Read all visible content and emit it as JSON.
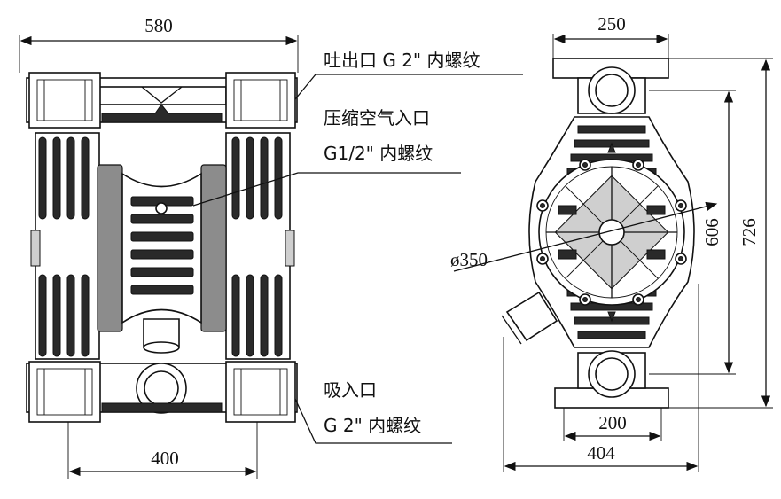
{
  "dimensions": {
    "front_width": "580",
    "front_inlet_spacing": "400",
    "side_width": "250",
    "side_base": "200",
    "side_total": "404",
    "side_height_inner": "606",
    "side_height_total": "726",
    "diaphragm_diameter": "ø350"
  },
  "labels": {
    "outlet": "吐出口 G 2\" 内螺纹",
    "air_inlet_line1": "压缩空气入口",
    "air_inlet_line2": "G1/2\" 内螺纹",
    "inlet_line1": "吸入口",
    "inlet_line2": "G 2\" 内螺纹"
  }
}
